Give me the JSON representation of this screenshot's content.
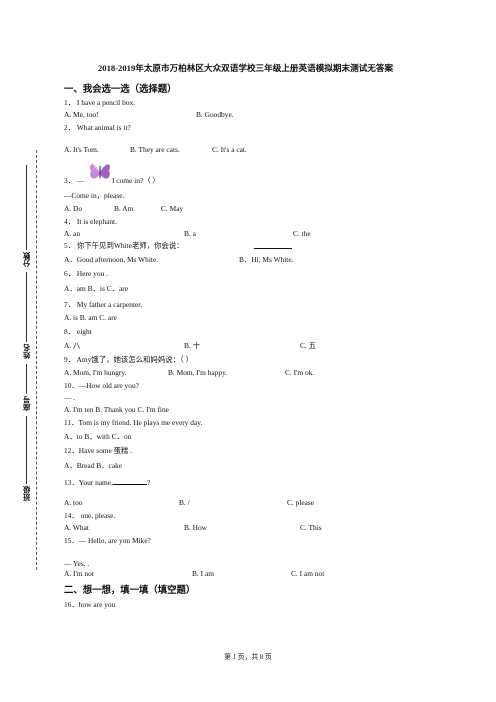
{
  "title": "2018-2019年太原市万柏林区大众双语学校三年级上册英语模拟期末测试无答案",
  "sections": {
    "s1": "一、我会选一选（选择题）",
    "s2": "二、想一想，填一填（填空题）"
  },
  "q": {
    "q1": "1．   I have a pencil box.",
    "q1a": "A. Me, too!",
    "q1b": "B. Goodbye.",
    "q2": "2．       What animal is it?",
    "q2a": "A. It's Tom.",
    "q2b": "B. They are cats.",
    "q2c": "C. It's a cat.",
    "q3": "3．  —",
    "q3b": "I come in?（        ）",
    "q3c": "—Come in，please.",
    "q3o1": "A. Do",
    "q3o2": "B. Am",
    "q3o3": "C. May",
    "q4": "4．  It is                    elephant.",
    "q4a": "A. an",
    "q4b": "B. a",
    "q4c": "C. the",
    "q5": "5．  你下午见到White老师，你会说：",
    "q5a": "A．Good afternoon, Ms White.",
    "q5b": "B．Hi, Ms White.",
    "q6": "6．  Here you               .",
    "q6o": "A．am       B．is       C．are",
    "q7": "7．  My father             a carpenter.",
    "q7o": "A. is       B. am       C. are",
    "q8": "8．  eight",
    "q8a": "A. 八",
    "q8b": "B. 十",
    "q8c": "C. 五",
    "q9": "9．  Amy饿了，她该怎么和妈妈说：（            ）",
    "q9a": "A. Mom, I'm hungry.",
    "q9b": "B. Mom, I'm happy.",
    "q9c": "C. I'm ok.",
    "q10": "10．—How old are you?",
    "q10b": "—                   .",
    "q10o": "A. I'm ten       B. Thank you       C. I'm fine",
    "q11": "11．Tom is my friend. He plays               me every day.",
    "q11o": "A．to       B．with       C．on",
    "q12": "12．Have some  蛋糕             .",
    "q12o": "A．Bread       B．cake",
    "q13": "13．Your name,",
    "q13b": "?",
    "q13a": "A. too",
    "q13bb": "B. /",
    "q13c": "C. please",
    "q14": "14．                         one, please.",
    "q14a": "A. What",
    "q14b": "B. How",
    "q14c": "C. This",
    "q15": "15．— Hello, are you Mike?",
    "q15b": "— Yes,                    .",
    "q15a": "A. I'm not",
    "q15bb": "B. I am",
    "q15c": "C. I am not",
    "q16": "16．how are you"
  },
  "side": {
    "score": "分数",
    "name": "姓名",
    "number": "座号",
    "class": "班级"
  },
  "footer": "第  1  页，共  8  页"
}
